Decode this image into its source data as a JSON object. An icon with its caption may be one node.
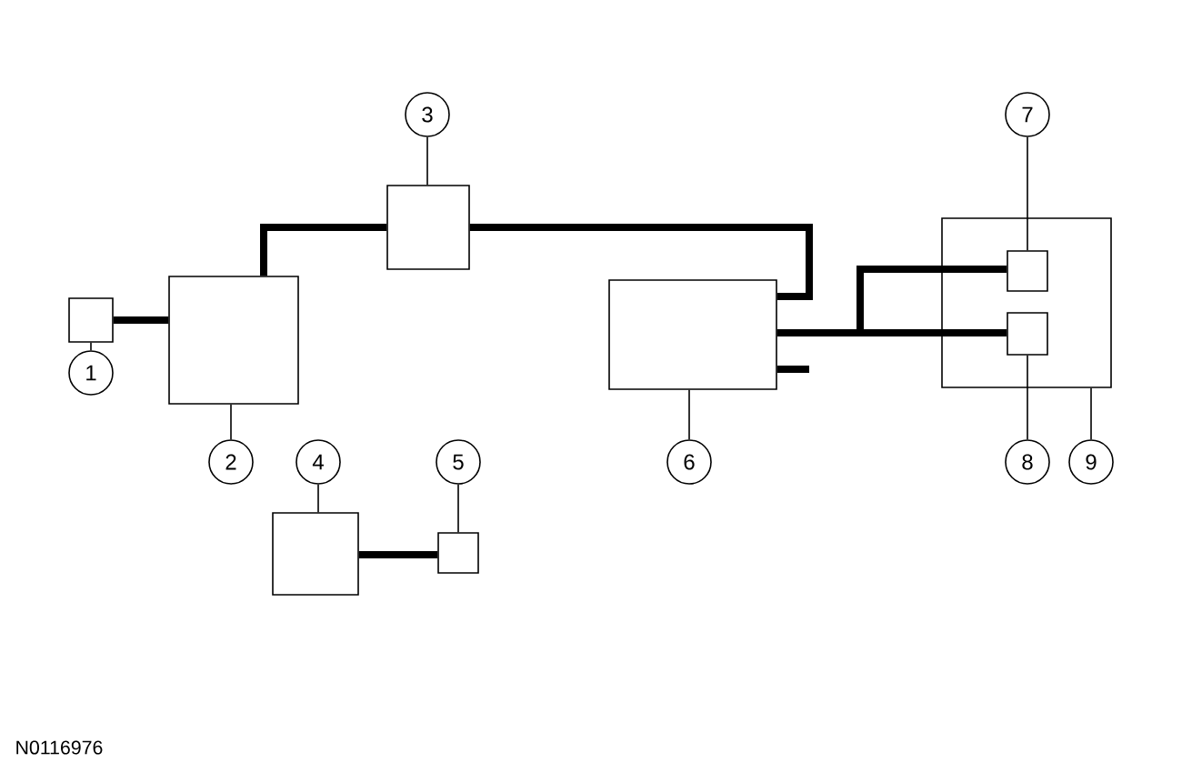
{
  "diagram": {
    "nodes": [
      {
        "text": [
          "3"
        ]
      },
      {
        "text": [
          "7"
        ]
      },
      {
        "text": [],
        "shape": "box"
      },
      {
        "text": [],
        "shape": "box"
      },
      {
        "text": [],
        "shape": "box",
        "in": 3
      },
      {
        "text": [],
        "shape": "box"
      },
      {
        "text": [],
        "shape": "box"
      },
      {
        "text": [],
        "shape": "box"
      },
      {
        "text": [],
        "shape": "box",
        "in": 3
      },
      {
        "text": [
          "1"
        ]
      },
      {
        "text": [
          "2"
        ]
      },
      {
        "text": [
          "4"
        ]
      },
      {
        "text": [
          "5"
        ]
      },
      {
        "text": [
          "6"
        ]
      },
      {
        "text": [
          "8"
        ]
      },
      {
        "text": [
          "9"
        ]
      },
      {
        "text": [],
        "shape": "box"
      },
      {
        "text": [],
        "shape": "box"
      }
    ],
    "edges": [
      {
        "from": 7,
        "to": 5,
        "arrow": "none",
        "style": "thick"
      },
      {
        "from": 5,
        "to": 2,
        "arrow": "none",
        "style": "thick"
      },
      {
        "from": 2,
        "to": 6,
        "arrow": "none",
        "style": "thick"
      },
      {
        "from": 6,
        "to": 4,
        "arrow": "none",
        "style": "thick"
      },
      {
        "from": 6,
        "to": 8,
        "arrow": "none",
        "style": "thick"
      },
      {
        "from": 6,
        "to": null,
        "arrow": "none",
        "style": "thick"
      },
      {
        "from": 16,
        "to": 17,
        "arrow": "none",
        "style": "thick"
      },
      {
        "from": 9,
        "to": 7,
        "arrow": "none"
      },
      {
        "from": 10,
        "to": 5,
        "arrow": "none"
      },
      {
        "from": 0,
        "to": 2,
        "arrow": "none"
      },
      {
        "from": 11,
        "to": 16,
        "arrow": "none"
      },
      {
        "from": 12,
        "to": 17,
        "arrow": "none"
      },
      {
        "from": 13,
        "to": 6,
        "arrow": "none"
      },
      {
        "from": 1,
        "to": 4,
        "arrow": "none"
      },
      {
        "from": 14,
        "to": 8,
        "arrow": "none"
      },
      {
        "from": 15,
        "to": 3,
        "arrow": "none"
      }
    ],
    "labels": [
      "N0116976"
    ]
  }
}
